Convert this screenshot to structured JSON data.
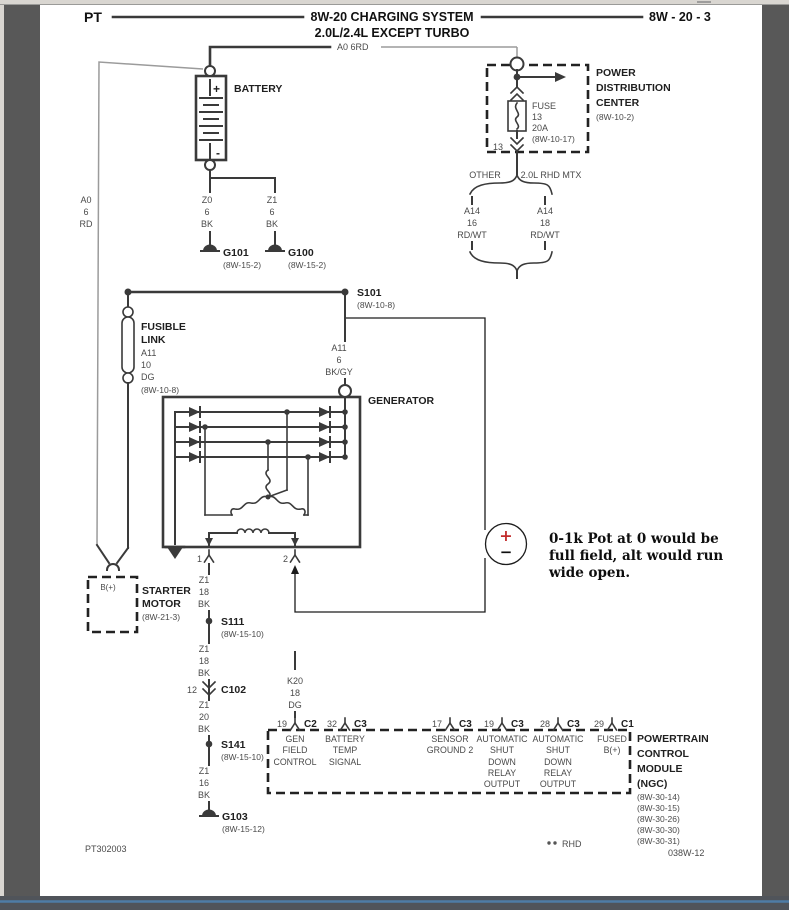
{
  "colors": {
    "wire": "#3a3a3a",
    "wire-gray": "#9b9b9b",
    "annotation-red": "#c22b2b",
    "surround": "#585858",
    "chrome-light": "#d9d6d1",
    "statusbar": "#50545a",
    "statusbar-line": "#4e7ca6"
  },
  "header": {
    "code": "PT",
    "title": "8W-20 CHARGING SYSTEM",
    "subtitle": "2.0L/2.4L EXCEPT TURBO",
    "page_ref": "8W - 20 - 3"
  },
  "top_wire": {
    "label": "A0  6RD"
  },
  "battery": {
    "name": "BATTERY",
    "plus": "+",
    "minus": "-"
  },
  "pdc": {
    "fuse": [
      "FUSE",
      "13",
      "20A",
      "(8W-10-17)"
    ],
    "pin": "13",
    "name": [
      "POWER",
      "DISTRIBUTION",
      "CENTER"
    ],
    "ref": "(8W-10-2)"
  },
  "branch": {
    "left_title": "OTHER",
    "right_title": "2.0L RHD MTX",
    "left_wire": [
      "A14",
      "16",
      "RD/WT"
    ],
    "right_wire": [
      "A14",
      "18",
      "RD/WT"
    ]
  },
  "left_wire": [
    "A0",
    "6",
    "RD"
  ],
  "grounds": {
    "g101": {
      "wire": [
        "Z0",
        "6",
        "BK"
      ],
      "name": "G101",
      "ref": "(8W-15-2)"
    },
    "g100": {
      "wire": [
        "Z1",
        "6",
        "BK"
      ],
      "name": "G100",
      "ref": "(8W-15-2)"
    },
    "g103": {
      "name": "G103",
      "ref": "(8W-15-12)"
    }
  },
  "s101": {
    "name": "S101",
    "ref": "(8W-10-8)"
  },
  "fusible_link": {
    "name": [
      "FUSIBLE",
      "LINK"
    ],
    "wire": [
      "A11",
      "10",
      "DG",
      "(8W-10-8)"
    ]
  },
  "wire_a11": [
    "A11",
    "6",
    "BK/GY"
  ],
  "generator": {
    "name": "GENERATOR",
    "t1": "1",
    "t2": "2"
  },
  "starter": {
    "terminal": "B(+)",
    "name": [
      "STARTER",
      "MOTOR"
    ],
    "ref": "(8W-21-3)"
  },
  "chain": {
    "wire1": [
      "Z1",
      "18",
      "BK"
    ],
    "s111": {
      "name": "S111",
      "ref": "(8W-15-10)"
    },
    "wire2": [
      "Z1",
      "18",
      "BK"
    ],
    "c102": {
      "pin": "12",
      "name": "C102"
    },
    "wire3": [
      "Z1",
      "20",
      "BK"
    ],
    "s141": {
      "name": "S141",
      "ref": "(8W-15-10)"
    },
    "wire4": [
      "Z1",
      "16",
      "BK"
    ]
  },
  "k20": [
    "K20",
    "18",
    "DG"
  ],
  "pcm": {
    "pins": [
      {
        "num": "19",
        "conn": "C2",
        "func": [
          "GEN",
          "FIELD",
          "CONTROL"
        ]
      },
      {
        "num": "32",
        "conn": "C3",
        "func": [
          "BATTERY",
          "TEMP",
          "SIGNAL"
        ]
      },
      {
        "num": "17",
        "conn": "C3",
        "func": [
          "SENSOR",
          "GROUND 2"
        ]
      },
      {
        "num": "19",
        "conn": "C3",
        "func": [
          "AUTOMATIC",
          "SHUT",
          "DOWN",
          "RELAY",
          "OUTPUT"
        ]
      },
      {
        "num": "28",
        "conn": "C3",
        "func": [
          "AUTOMATIC",
          "SHUT",
          "DOWN",
          "RELAY",
          "OUTPUT"
        ]
      },
      {
        "num": "29",
        "conn": "C1",
        "func": [
          "FUSED",
          "B(+)"
        ]
      }
    ],
    "name": [
      "POWERTRAIN",
      "CONTROL",
      "MODULE",
      "(NGC)"
    ],
    "refs": [
      "(8W-30-14)",
      "(8W-30-15)",
      "(8W-30-26)",
      "(8W-30-30)",
      "(8W-30-31)"
    ]
  },
  "annotation": {
    "plus": "+",
    "minus": "−",
    "lines": [
      "0-1k Pot at 0 would be",
      "full field, alt would run",
      "wide open."
    ]
  },
  "footer": {
    "left": "PT302003",
    "rhd": "RHD",
    "right": "038W-12"
  }
}
